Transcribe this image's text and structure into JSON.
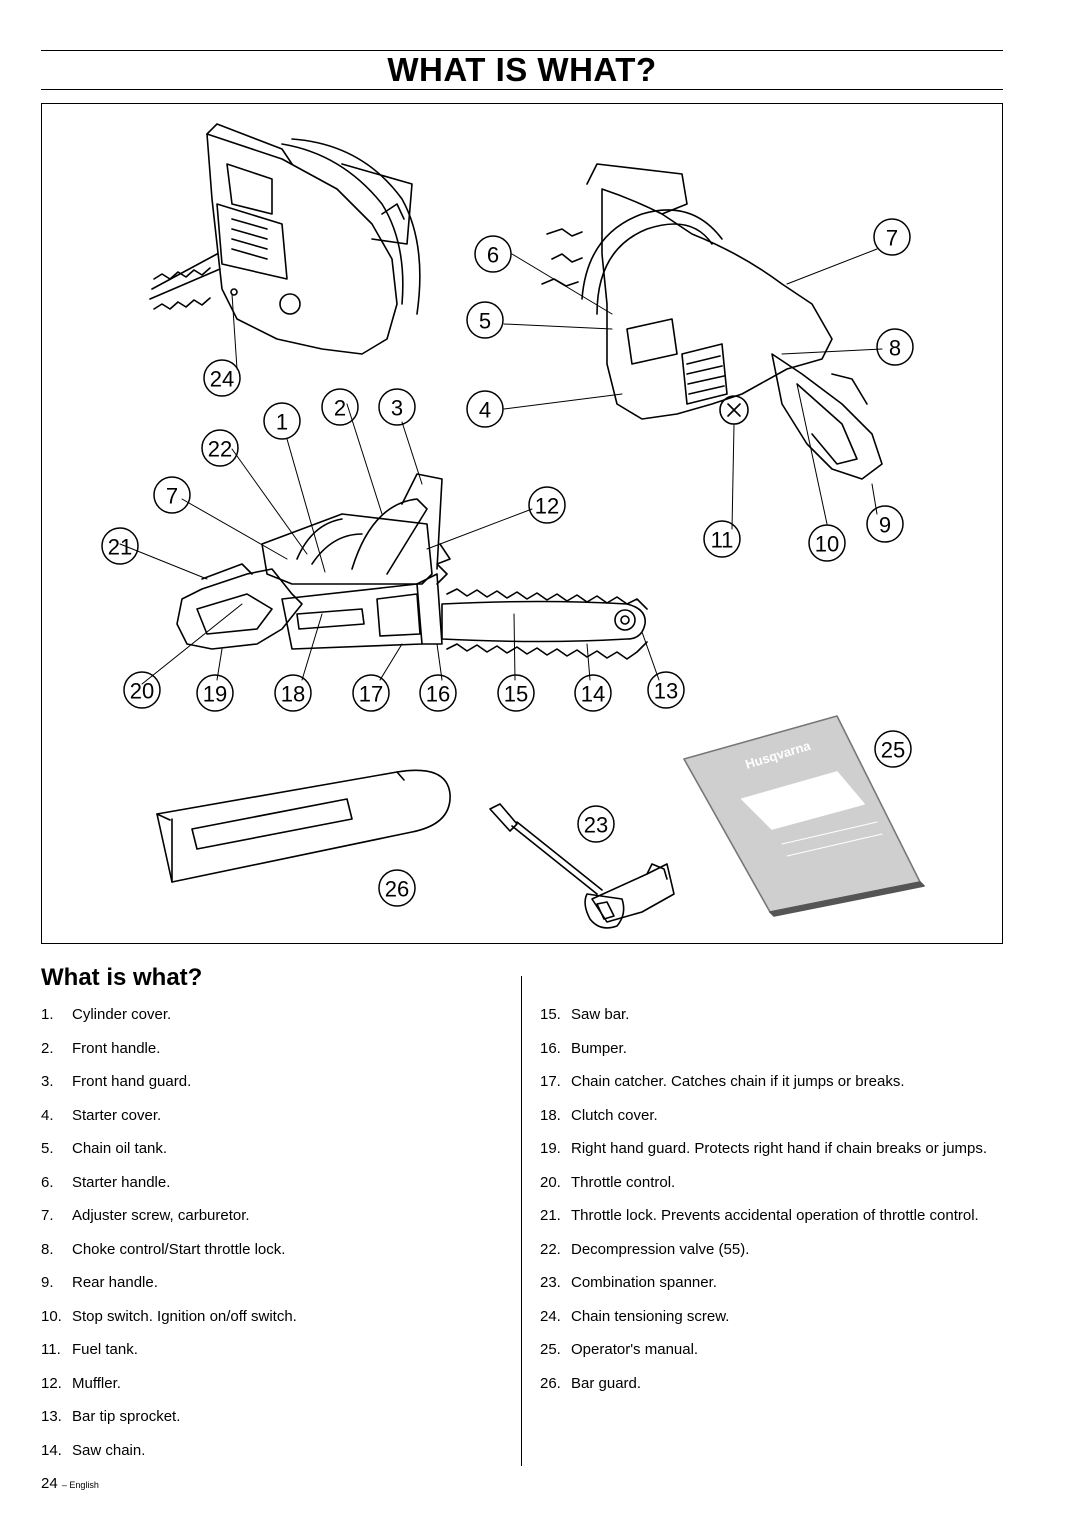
{
  "page": {
    "title": "WHAT IS WHAT?",
    "section_heading": "What is what?",
    "page_number": "24",
    "footer_lang": "– English"
  },
  "figure": {
    "brand_on_manual": "Husqvarna",
    "callouts": [
      "1",
      "2",
      "3",
      "4",
      "5",
      "6",
      "7",
      "8",
      "9",
      "10",
      "11",
      "12",
      "13",
      "14",
      "15",
      "16",
      "17",
      "18",
      "19",
      "20",
      "21",
      "22",
      "7",
      "23",
      "24",
      "25",
      "26"
    ]
  },
  "parts_left": [
    {
      "num": "1.",
      "text": "Cylinder cover."
    },
    {
      "num": "2.",
      "text": "Front handle."
    },
    {
      "num": "3.",
      "text": "Front hand guard."
    },
    {
      "num": "4.",
      "text": "Starter cover."
    },
    {
      "num": "5.",
      "text": "Chain oil tank."
    },
    {
      "num": "6.",
      "text": "Starter handle."
    },
    {
      "num": "7.",
      "text": "Adjuster screw, carburetor."
    },
    {
      "num": "8.",
      "text": "Choke control/Start throttle lock."
    },
    {
      "num": "9.",
      "text": "Rear handle."
    },
    {
      "num": "10.",
      "text": "Stop switch. Ignition on/off switch."
    },
    {
      "num": "11.",
      "text": "Fuel tank."
    },
    {
      "num": "12.",
      "text": "Muffler."
    },
    {
      "num": "13.",
      "text": "Bar tip sprocket."
    },
    {
      "num": "14.",
      "text": "Saw chain."
    }
  ],
  "parts_right": [
    {
      "num": "15.",
      "text": "Saw bar."
    },
    {
      "num": "16.",
      "text": "Bumper."
    },
    {
      "num": "17.",
      "text": "Chain catcher. Catches chain if it jumps or breaks."
    },
    {
      "num": "18.",
      "text": "Clutch cover."
    },
    {
      "num": "19.",
      "text": "Right hand guard. Protects right hand if chain breaks or jumps."
    },
    {
      "num": "20.",
      "text": "Throttle control."
    },
    {
      "num": "21.",
      "text": "Throttle lock. Prevents accidental operation of throttle control."
    },
    {
      "num": "22.",
      "text": "Decompression valve (55)."
    },
    {
      "num": "23.",
      "text": "Combination spanner."
    },
    {
      "num": "24.",
      "text": "Chain tensioning screw."
    },
    {
      "num": "25.",
      "text": "Operator's manual."
    },
    {
      "num": "26.",
      "text": "Bar guard."
    }
  ]
}
